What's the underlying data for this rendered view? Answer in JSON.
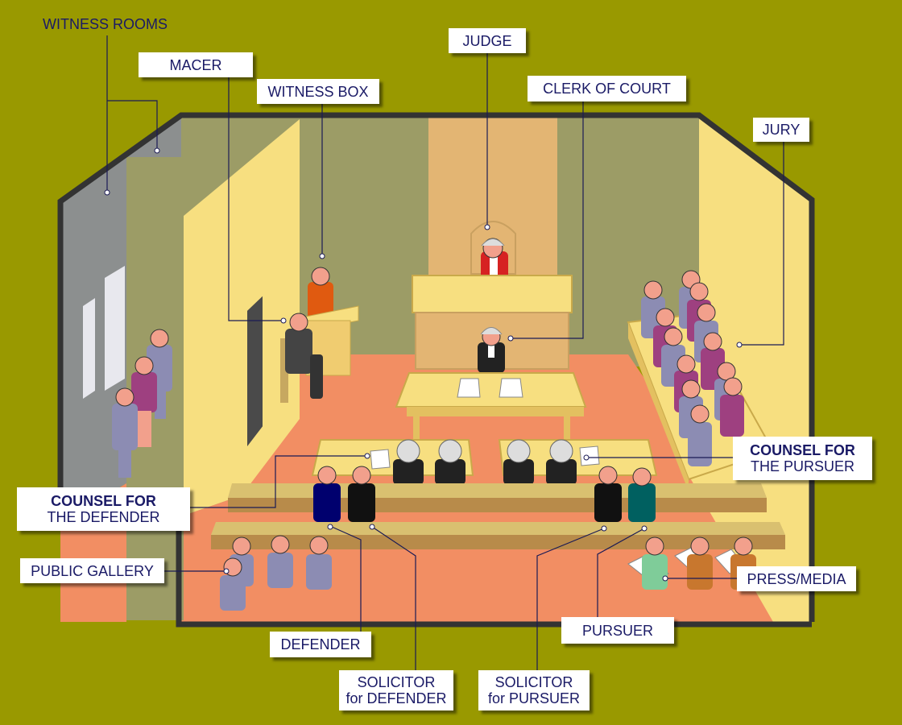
{
  "labels": {
    "witness_rooms": "WITNESS ROOMS",
    "macer": "MACER",
    "witness_box": "WITNESS BOX",
    "judge": "JUDGE",
    "clerk_of_court": "CLERK OF COURT",
    "jury": "JURY",
    "counsel_pursuer_line1": "COUNSEL FOR",
    "counsel_pursuer_line2": "THE PURSUER",
    "counsel_defender_line1": "COUNSEL FOR",
    "counsel_defender_line2": "THE DEFENDER",
    "public_gallery": "PUBLIC GALLERY",
    "press_media": "PRESS/MEDIA",
    "pursuer": "PURSUER",
    "defender": "DEFENDER",
    "solicitor_defender_line1": "SOLICITOR",
    "solicitor_defender_line2": "for DEFENDER",
    "solicitor_pursuer_line1": "SOLICITOR",
    "solicitor_pursuer_line2": "for PURSUER"
  },
  "colors": {
    "background": "#999900",
    "wall": "#f7df80",
    "back_wall": "#9c9c66",
    "floor": "#f28e63",
    "outline": "#333333",
    "label_text": "#1a1a66",
    "judge_robe": "#d62222",
    "jury_blue": "#8c8cb3",
    "jury_purple": "#9e4080"
  }
}
